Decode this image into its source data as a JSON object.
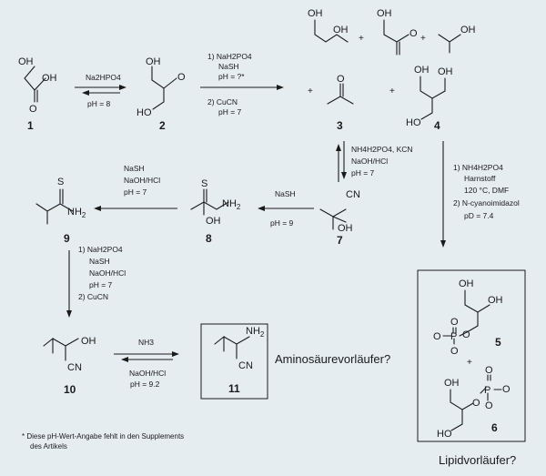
{
  "compounds": {
    "c1": "1",
    "c2": "2",
    "c3": "3",
    "c4": "4",
    "c5": "5",
    "c6": "6",
    "c7": "7",
    "c8": "8",
    "c9": "9",
    "c10": "10",
    "c11": "11"
  },
  "conditions": {
    "r1_top": "Na2HPO4",
    "r1_bottom": "pH = 8",
    "r2_l1": "1) NaH2PO4",
    "r2_l2": "NaSH",
    "r2_l3": "pH = ?*",
    "r2_l4": "2) CuCN",
    "r2_l5": "pH = 7",
    "r3_l1": "NH4H2PO4, KCN",
    "r3_l2": "NaOH/HCl",
    "r3_l3": "pH = 7",
    "r4_l1": "1) NH4H2PO4",
    "r4_l2": "Harnstoff",
    "r4_l3": "120 °C, DMF",
    "r4_l4": "2) N-cyanoimidazol",
    "r4_l5": "pD = 7.4",
    "r5_top": "NaSH",
    "r5_bottom": "pH = 9",
    "r6_l1": "NaSH",
    "r6_l2": "NaOH/HCl",
    "r6_l3": "pH = 7",
    "r7_l1": "1) NaH2PO4",
    "r7_l2": "NaSH",
    "r7_l3": "NaOH/HCl",
    "r7_l4": "pH = 7",
    "r7_l5": "2) CuCN",
    "r8_top": "NH3",
    "r8_l1": "NaOH/HCl",
    "r8_l2": "pH = 9.2"
  },
  "labels": {
    "amino": "Aminosäurevorläufer?",
    "lipid": "Lipidvorläufer?",
    "footnote_l1": "* Diese pH-Wert-Angabe fehlt in den Supplements",
    "footnote_l2": "des Artikels",
    "plus": "+"
  },
  "colors": {
    "background": "#e6edf1",
    "ink": "#1a1a1a"
  }
}
